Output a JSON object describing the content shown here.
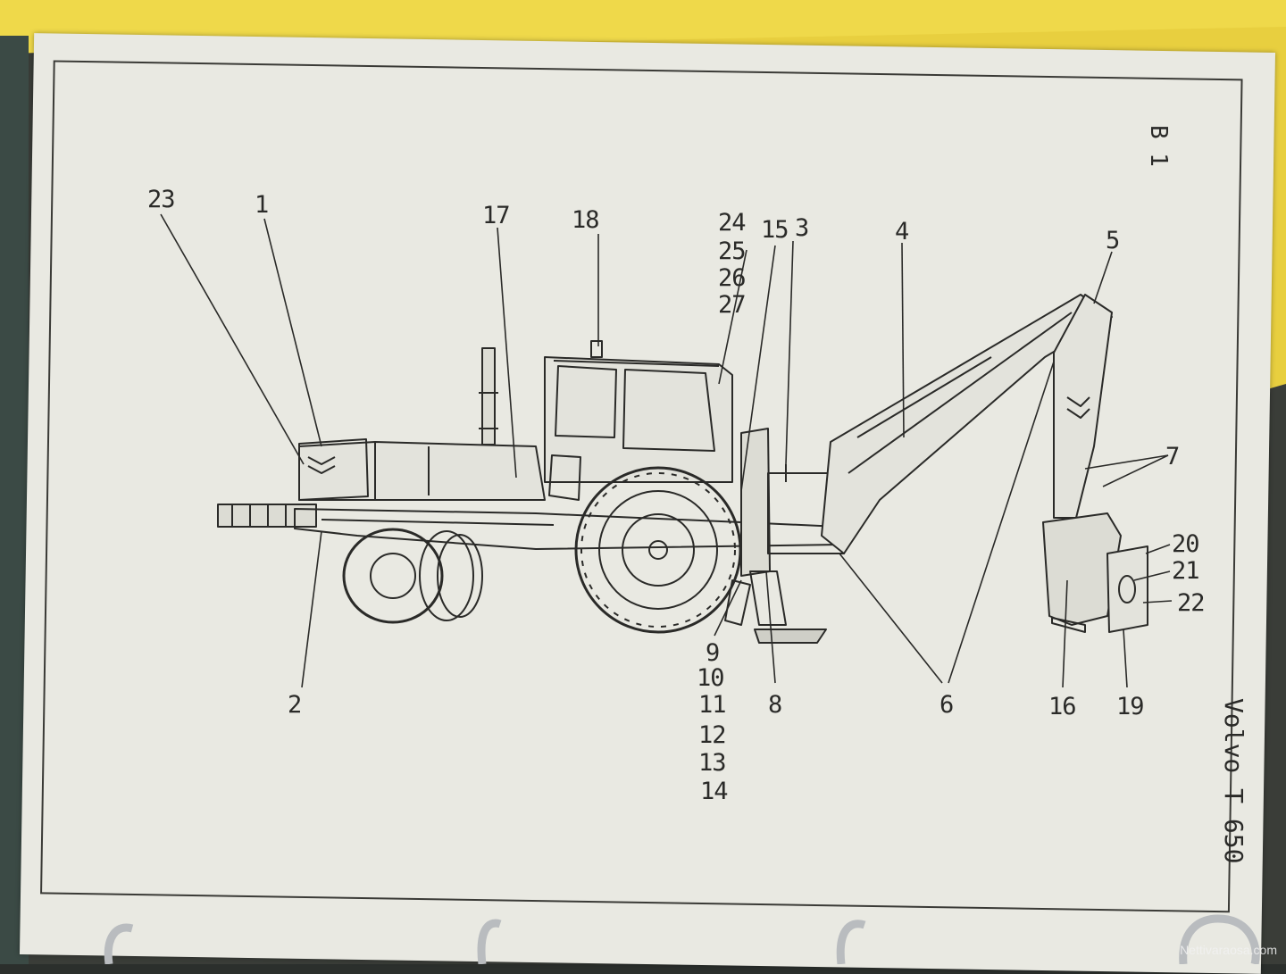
{
  "sheet": {
    "code": "B 1",
    "model": "Volvo T 650"
  },
  "callouts": [
    {
      "id": "c23",
      "text": "23"
    },
    {
      "id": "c1",
      "text": "1"
    },
    {
      "id": "c17",
      "text": "17"
    },
    {
      "id": "c18",
      "text": "18"
    },
    {
      "id": "c24",
      "text": "24"
    },
    {
      "id": "c25",
      "text": "25"
    },
    {
      "id": "c26",
      "text": "26"
    },
    {
      "id": "c27",
      "text": "27"
    },
    {
      "id": "c15",
      "text": "15"
    },
    {
      "id": "c3",
      "text": "3"
    },
    {
      "id": "c4",
      "text": "4"
    },
    {
      "id": "c5",
      "text": "5"
    },
    {
      "id": "c7",
      "text": "7"
    },
    {
      "id": "c20",
      "text": "20"
    },
    {
      "id": "c21",
      "text": "21"
    },
    {
      "id": "c22",
      "text": "22"
    },
    {
      "id": "c2",
      "text": "2"
    },
    {
      "id": "c9",
      "text": "9"
    },
    {
      "id": "c10",
      "text": "10"
    },
    {
      "id": "c11",
      "text": "11"
    },
    {
      "id": "c12",
      "text": "12"
    },
    {
      "id": "c13",
      "text": "13"
    },
    {
      "id": "c14",
      "text": "14"
    },
    {
      "id": "c8",
      "text": "8"
    },
    {
      "id": "c6",
      "text": "6"
    },
    {
      "id": "c16",
      "text": "16"
    },
    {
      "id": "c19",
      "text": "19"
    }
  ],
  "watermark": "Nettivaraosa.com",
  "colors": {
    "paper": "#e9e9e2",
    "ink": "#2a2a28",
    "folder": "#e8cf3f"
  }
}
